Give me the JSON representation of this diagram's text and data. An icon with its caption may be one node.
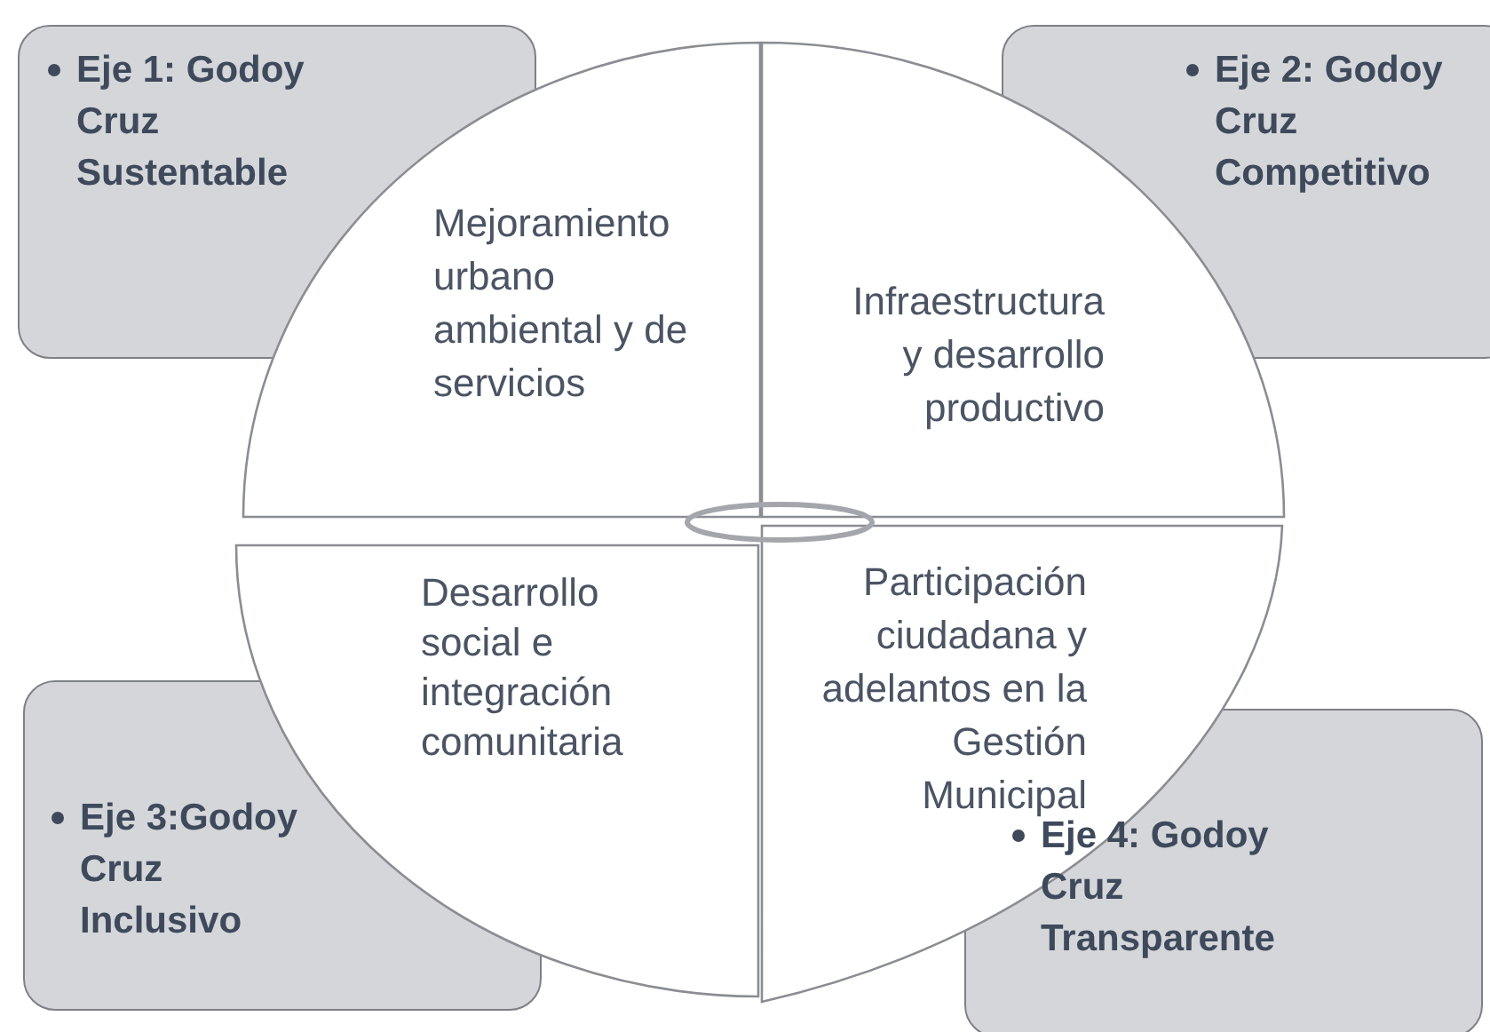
{
  "diagram": {
    "nodes": [
      {
        "text": [
          "Eje 1: Godoy Cruz Sustentable"
        ]
      },
      {
        "text": [
          "Eje 2: Godoy Cruz Competitivo"
        ]
      },
      {
        "text": [
          "Mejoramiento urbano ambiental y de servicios"
        ]
      },
      {
        "text": [
          "Infraestructura y desarrollo productivo"
        ]
      },
      {
        "text": [
          "Desarrollo social e integración comunitaria"
        ]
      },
      {
        "text": [
          "Participación ciudadana y adelantos en la Gestión Municipal"
        ]
      },
      {
        "text": [
          "Eje 3:Godoy Cruz Inclusivo"
        ]
      },
      {
        "text": [
          "Eje 4: Godoy Cruz Transparente"
        ]
      }
    ]
  }
}
